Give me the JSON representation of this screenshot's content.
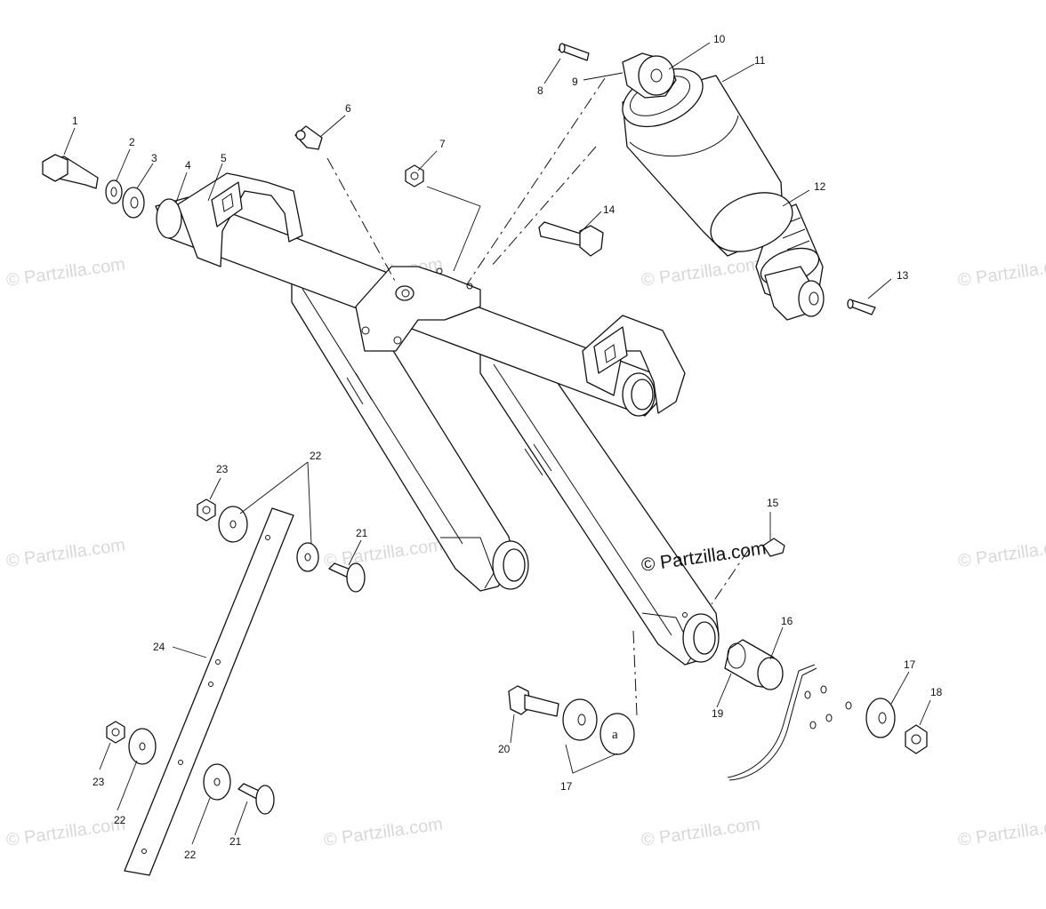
{
  "watermark_text": "© Partzilla.com",
  "copyright_text": "© Partzilla.com",
  "callouts": {
    "c1": "1",
    "c2": "2",
    "c3": "3",
    "c4": "4",
    "c5": "5",
    "c6": "6",
    "c7": "7",
    "c8": "8",
    "c9": "9",
    "c10": "10",
    "c11": "11",
    "c12": "12",
    "c13": "13",
    "c14": "14",
    "c15": "15",
    "c16": "16",
    "c17a": "17",
    "c17b": "17",
    "c18": "18",
    "c19": "19",
    "c20": "20",
    "c21a": "21",
    "c21b": "21",
    "c22a": "22",
    "c22b": "22",
    "c22c": "22",
    "c23a": "23",
    "c23b": "23",
    "c24": "24"
  }
}
